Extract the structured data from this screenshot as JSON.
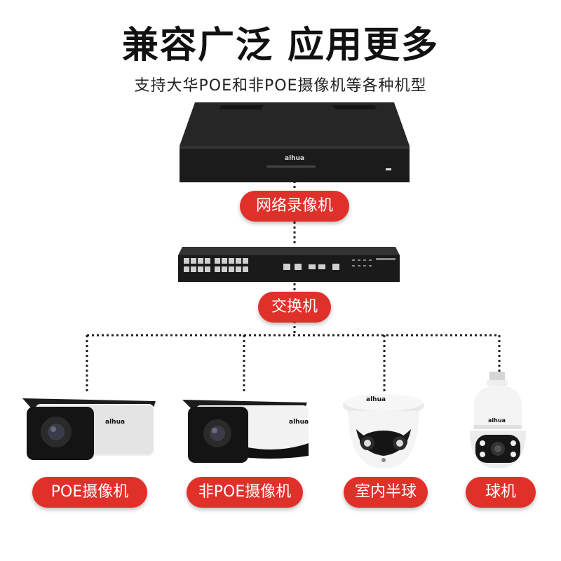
{
  "header": {
    "title": "兼容广泛 应用更多",
    "subtitle": "支持大华POE和非POE摄像机等各种机型"
  },
  "nodes": {
    "nvr": {
      "label": "网络录像机",
      "brand": "alhua"
    },
    "switch": {
      "label": "交换机"
    },
    "cameras": [
      {
        "label": "POE摄像机",
        "brand": "alhua"
      },
      {
        "label": "非POE摄像机",
        "brand": "alhua"
      },
      {
        "label": "室内半球",
        "brand": "alhua"
      },
      {
        "label": "球机",
        "brand": "alhua"
      }
    ]
  },
  "colors": {
    "accent": "#e0302a",
    "connector": "#222222"
  }
}
